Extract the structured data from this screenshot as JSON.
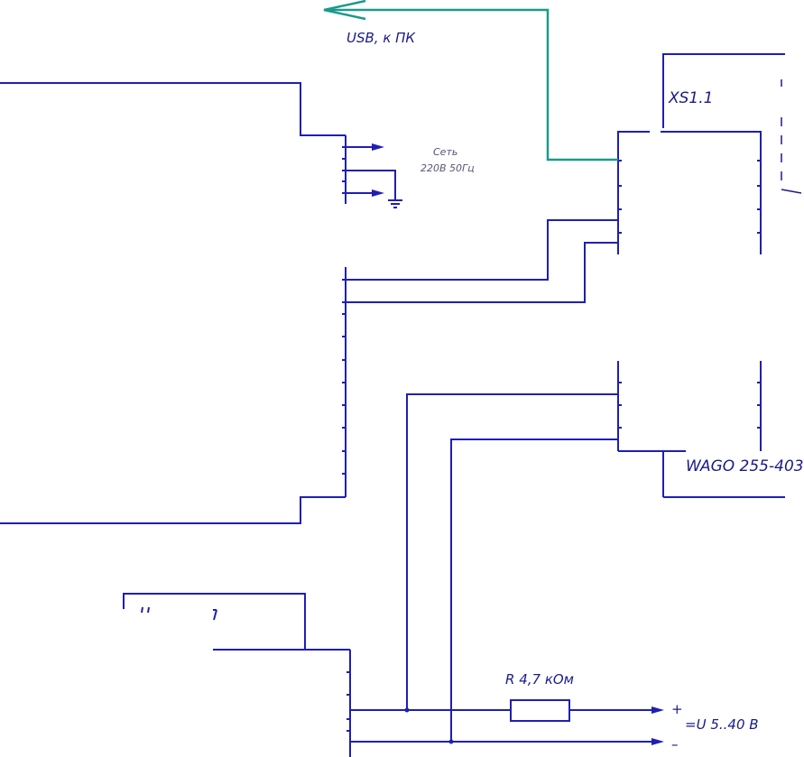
{
  "labels": {
    "usb": "USB, к ПК",
    "mains_line1": "Сеть",
    "mains_line2": "220В 50Гц",
    "connector": "XS1.1",
    "terminal_block": "WAGO 255-403",
    "resistor": "R 4,7 кОм",
    "voltage": "=U 5..40 В",
    "plus": "+",
    "minus": "–"
  },
  "colors": {
    "wire": "#1f1fb4",
    "usb_wire": "#1a9a8c",
    "text": "#1a1a8c"
  }
}
